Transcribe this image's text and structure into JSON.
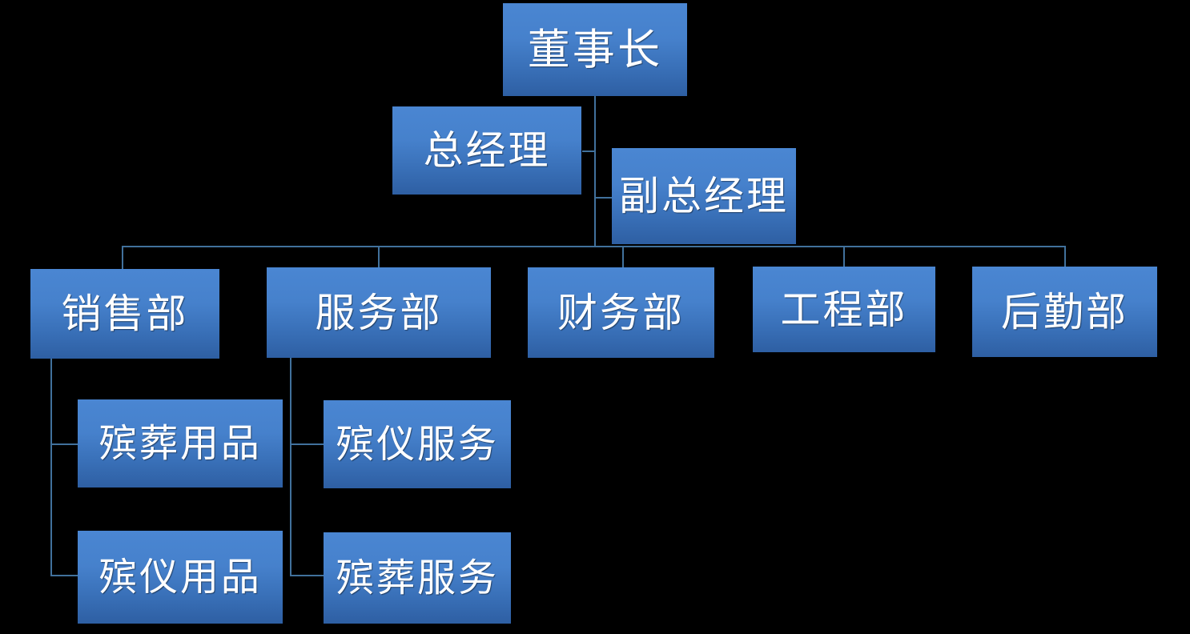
{
  "chart_title": "",
  "theme": {
    "background": "#000000",
    "node_fill_top": "#4a86d2",
    "node_fill_bottom": "#2e5fa3",
    "node_text": "#ffffff",
    "connector": "#41719c"
  },
  "org_chart": {
    "type": "hierarchy",
    "levels": [
      {
        "level": 1,
        "nodes": [
          {
            "id": "chairman",
            "label": "董事长"
          }
        ]
      },
      {
        "level": 2,
        "nodes": [
          {
            "id": "gm",
            "label": "总经理",
            "parent": "chairman"
          },
          {
            "id": "dgm",
            "label": "副总经理",
            "parent": "chairman"
          }
        ]
      },
      {
        "level": 3,
        "nodes": [
          {
            "id": "sales",
            "label": "销售部",
            "parent": "chairman"
          },
          {
            "id": "service",
            "label": "服务部",
            "parent": "chairman"
          },
          {
            "id": "finance",
            "label": "财务部",
            "parent": "chairman"
          },
          {
            "id": "engineering",
            "label": "工程部",
            "parent": "chairman"
          },
          {
            "id": "logistics",
            "label": "后勤部",
            "parent": "chairman"
          }
        ]
      },
      {
        "level": 4,
        "nodes": [
          {
            "id": "funeral-supplies",
            "label": "殡葬用品",
            "parent": "sales"
          },
          {
            "id": "ceremony-supplies",
            "label": "殡仪用品",
            "parent": "sales"
          },
          {
            "id": "ceremony-services",
            "label": "殡仪服务",
            "parent": "service"
          },
          {
            "id": "burial-services",
            "label": "殡葬服务",
            "parent": "service"
          }
        ]
      }
    ]
  },
  "nodes": {
    "chairman": "董事长",
    "gm": "总经理",
    "dgm": "副总经理",
    "sales": "销售部",
    "service": "服务部",
    "finance": "财务部",
    "engineering": "工程部",
    "logistics": "后勤部",
    "funeral_supplies": "殡葬用品",
    "ceremony_supplies": "殡仪用品",
    "ceremony_services": "殡仪服务",
    "burial_services": "殡葬服务"
  }
}
